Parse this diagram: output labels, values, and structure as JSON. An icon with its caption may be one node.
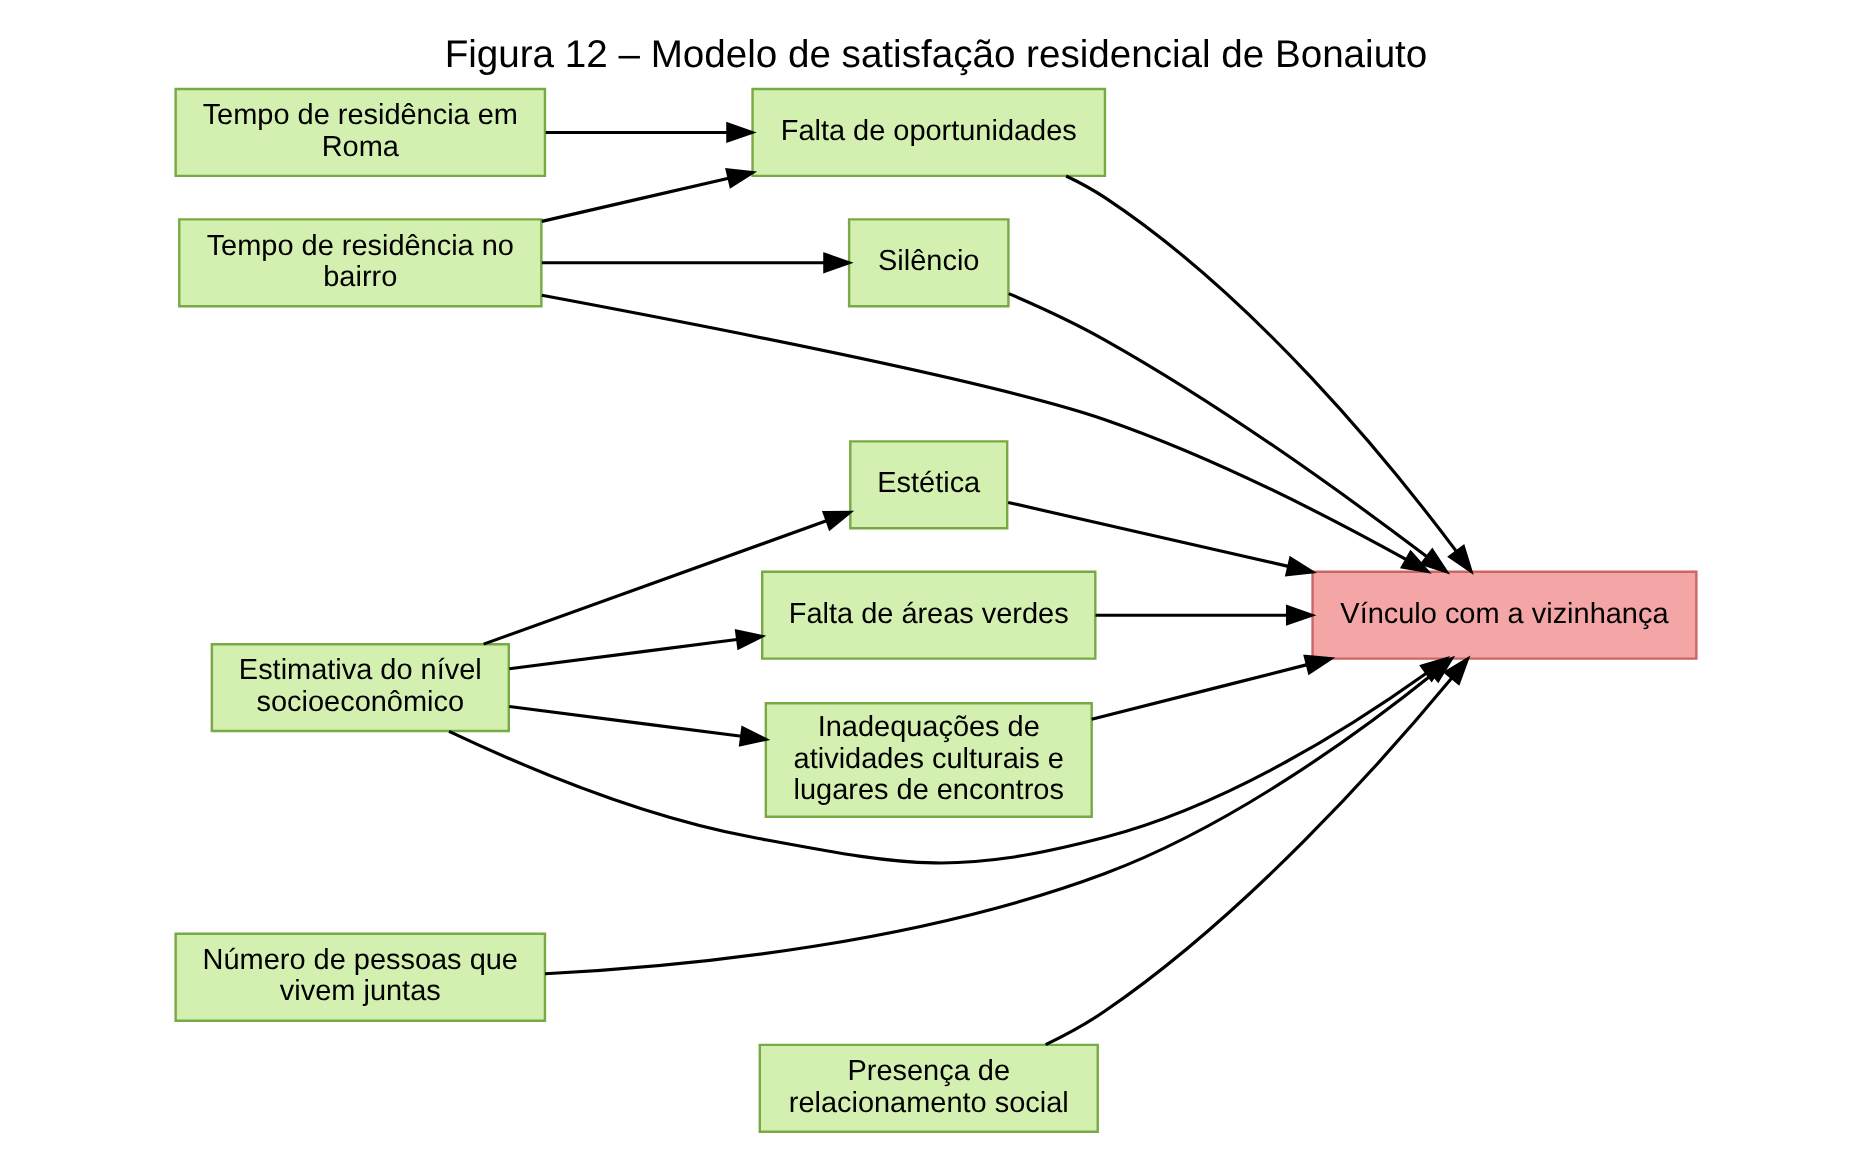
{
  "diagram": {
    "title": "Figura 12 – Modelo de satisfação residencial de Bonaiuto",
    "nodes": [
      {
        "text": [
          "Tempo de residência em Roma"
        ]
      },
      {
        "text": [
          "Tempo de residência no bairro"
        ]
      },
      {
        "text": [
          "Estimativa do nível socioeconômico"
        ]
      },
      {
        "text": [
          "Número de pessoas que vivem juntas"
        ]
      },
      {
        "text": [
          "Falta de oportunidades"
        ]
      },
      {
        "text": [
          "Silêncio"
        ]
      },
      {
        "text": [
          "Estética"
        ]
      },
      {
        "text": [
          "Presença de relacionamento social"
        ]
      },
      {
        "text": [
          "Falta de áreas verdes"
        ]
      },
      {
        "text": [
          "Inadequações de atividades culturais e lugares de encontros"
        ]
      },
      {
        "text": [
          "Vínculo com a vizinhança"
        ]
      }
    ],
    "edges": [
      {
        "from": 0,
        "to": 4,
        "arrow": "to"
      },
      {
        "from": 1,
        "to": 4,
        "arrow": "to"
      },
      {
        "from": 1,
        "to": 10,
        "arrow": "to"
      },
      {
        "from": 1,
        "to": 5,
        "arrow": "to"
      },
      {
        "from": 2,
        "to": 10,
        "arrow": "to"
      },
      {
        "from": 2,
        "to": 6,
        "arrow": "to"
      },
      {
        "from": 2,
        "to": 8,
        "arrow": "to"
      },
      {
        "from": 2,
        "to": 9,
        "arrow": "to"
      },
      {
        "from": 3,
        "to": 10,
        "arrow": "to"
      },
      {
        "from": 4,
        "to": 10,
        "arrow": "to"
      },
      {
        "from": 5,
        "to": 10,
        "arrow": "to"
      },
      {
        "from": 6,
        "to": 10,
        "arrow": "to"
      },
      {
        "from": 7,
        "to": 10,
        "arrow": "to"
      },
      {
        "from": 8,
        "to": 10,
        "arrow": "to"
      },
      {
        "from": 9,
        "to": 10,
        "arrow": "to"
      }
    ]
  }
}
